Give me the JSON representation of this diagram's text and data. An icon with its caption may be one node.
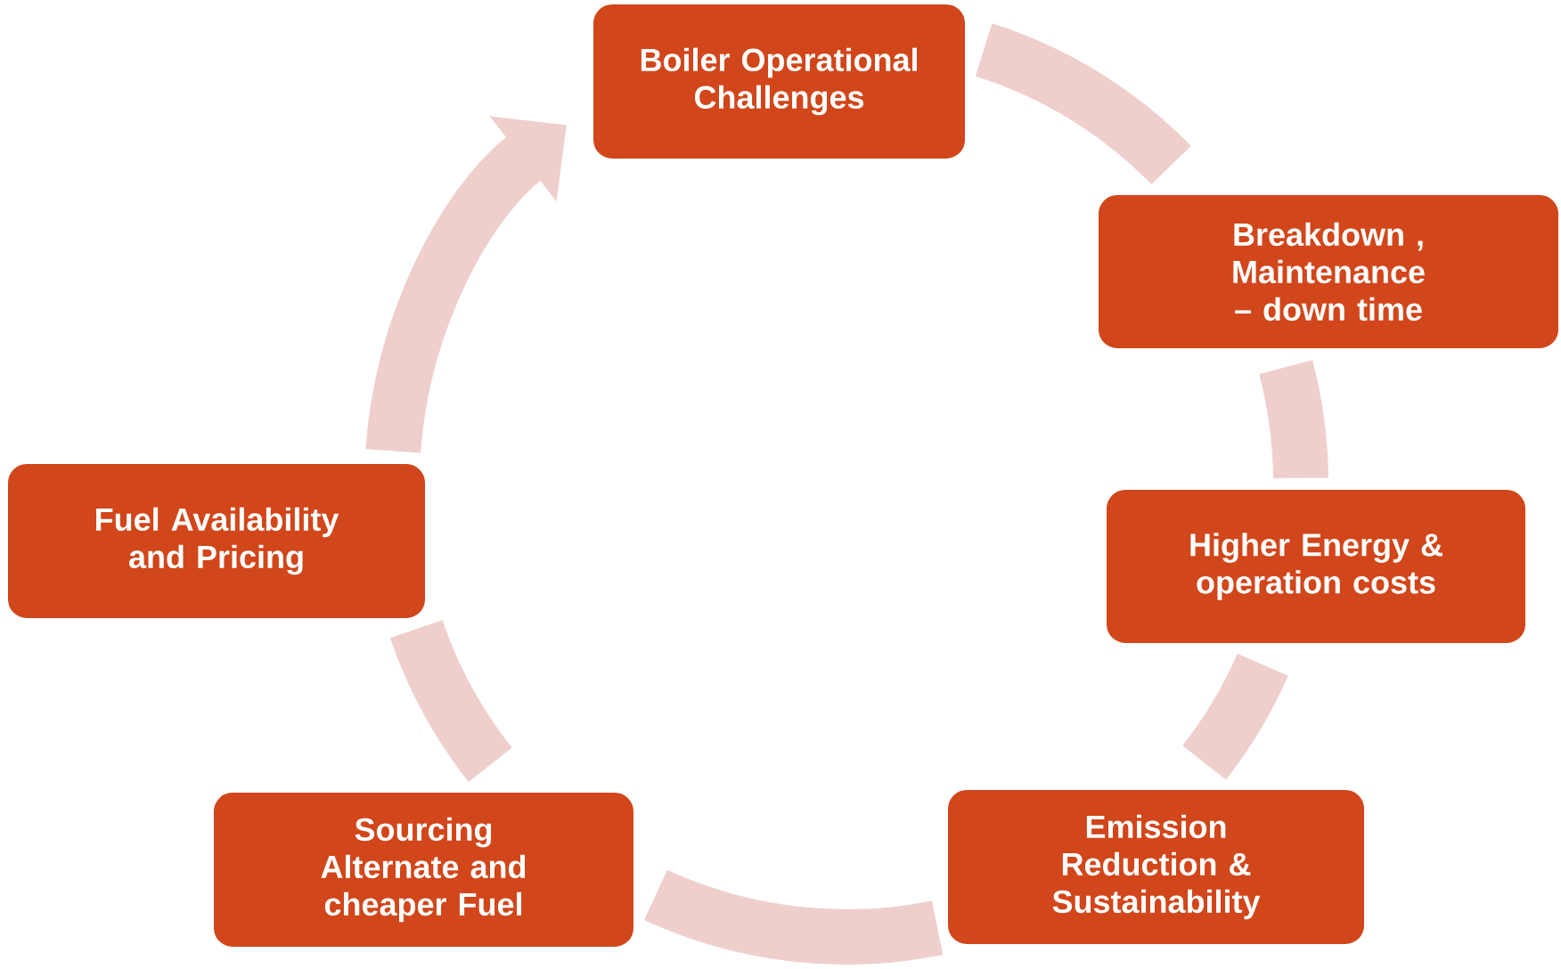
{
  "diagram": {
    "nodes": [
      {
        "text": [
          "Boiler Operational Challenges"
        ]
      },
      {
        "text": [
          "Breakdown , Maintenance – down time"
        ]
      },
      {
        "text": [
          "Higher Energy & operation costs"
        ]
      },
      {
        "text": [
          "Emission Reduction & Sustainability"
        ]
      },
      {
        "text": [
          "Sourcing Alternate and cheaper Fuel"
        ]
      },
      {
        "text": [
          "Fuel Availability and Pricing"
        ]
      }
    ],
    "edges": [
      {
        "from": 0,
        "to": 1,
        "arrow": "none"
      },
      {
        "from": 1,
        "to": 2,
        "arrow": "none"
      },
      {
        "from": 2,
        "to": 3,
        "arrow": "none"
      },
      {
        "from": 3,
        "to": 4,
        "arrow": "none"
      },
      {
        "from": 4,
        "to": 5,
        "arrow": "none"
      },
      {
        "from": 5,
        "to": 0,
        "arrow": "to"
      }
    ]
  }
}
